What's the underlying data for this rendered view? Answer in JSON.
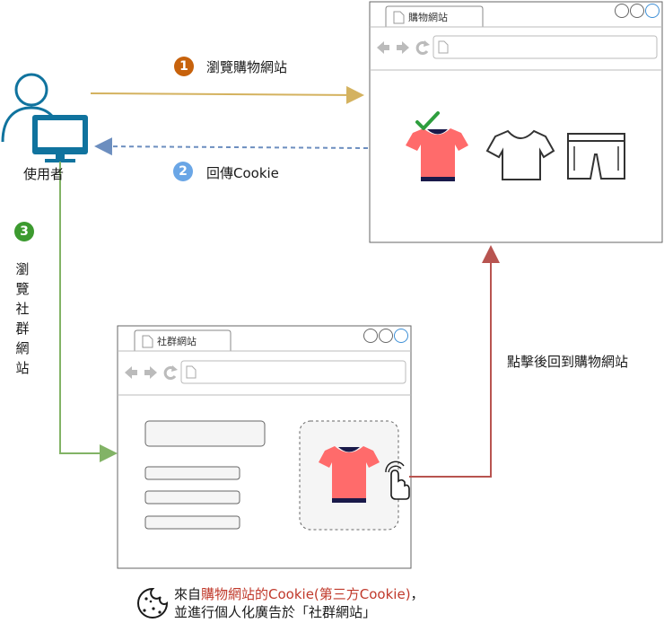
{
  "user": {
    "label": "使用者"
  },
  "steps": [
    {
      "number": "1",
      "label": "瀏覽購物網站",
      "color": "#c7620c"
    },
    {
      "number": "2",
      "label": "回傳Cookie",
      "color": "#6aa6e6"
    },
    {
      "number": "3",
      "label": [
        "瀏",
        "覽",
        "社",
        "群",
        "網",
        "站"
      ],
      "color": "#3c9a2f"
    }
  ],
  "shop_browser": {
    "tab_title": "購物網站"
  },
  "social_browser": {
    "tab_title": "社群網站"
  },
  "click_label": "點擊後回到購物網站",
  "note": {
    "line1_prefix": "來自",
    "line1_highlight": "購物網站的Cookie(第三方Cookie)",
    "line1_suffix": "，",
    "line2": "並進行個人化廣告於「社群網站」"
  },
  "colors": {
    "browse_shop_arrow": "#d4b25f",
    "cookie_arrow": "#6c8ebf",
    "browse_social_arrow": "#82b366",
    "click_arrow": "#b85450",
    "shirt": "#ff6b6b",
    "user_icon": "#10739e"
  }
}
